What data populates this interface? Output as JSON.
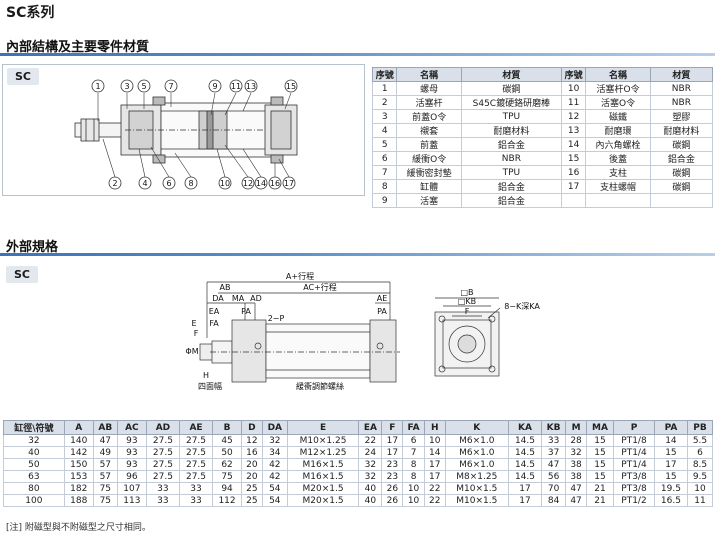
{
  "series_title": "SC系列",
  "section1": {
    "title": "內部結構及主要零件材質",
    "tag": "SC"
  },
  "section2": {
    "title": "外部規格",
    "tag": "SC"
  },
  "parts_diagram": {
    "callouts_top": [
      "1",
      "3",
      "5",
      "7",
      "9",
      "11",
      "13",
      "15"
    ],
    "callouts_bottom": [
      "2",
      "4",
      "6",
      "8",
      "10",
      "12",
      "14",
      "16",
      "17"
    ]
  },
  "parts_table": {
    "headers": [
      "序號",
      "名稱",
      "材質",
      "序號",
      "名稱",
      "材質"
    ],
    "rows": [
      [
        "1",
        "螺母",
        "碳鋼",
        "10",
        "活塞杆O令",
        "NBR"
      ],
      [
        "2",
        "活塞杆",
        "S45C鍍硬鉻研磨棒",
        "11",
        "活塞O令",
        "NBR"
      ],
      [
        "3",
        "前蓋O令",
        "TPU",
        "12",
        "磁鐵",
        "塑膠"
      ],
      [
        "4",
        "襯套",
        "耐磨材料",
        "13",
        "耐磨環",
        "耐磨材料"
      ],
      [
        "5",
        "前蓋",
        "鋁合金",
        "14",
        "內六角螺栓",
        "碳鋼"
      ],
      [
        "6",
        "緩衝O令",
        "NBR",
        "15",
        "後蓋",
        "鋁合金"
      ],
      [
        "7",
        "緩衝密封墊",
        "TPU",
        "16",
        "支柱",
        "碳鋼"
      ],
      [
        "8",
        "缸體",
        "鋁合金",
        "17",
        "支柱螺帽",
        "碳鋼"
      ],
      [
        "9",
        "活塞",
        "鋁合金",
        "",
        "",
        ""
      ]
    ]
  },
  "drawing_labels": {
    "a_stroke": "A+行程",
    "ac_stroke": "AC+行程",
    "ab": "AB",
    "da": "DA",
    "ma": "MA",
    "ad": "AD",
    "ae": "AE",
    "ea": "EA",
    "fa": "FA",
    "pa_left": "PA",
    "pa_right": "PA",
    "p_ports": "2−P",
    "e": "E",
    "f": "F",
    "phi_m": "ΦM",
    "h": "H",
    "four_flats": "四面幅",
    "cushion_screw": "緩衝調節螺絲",
    "b": "□B",
    "kb": "□KB",
    "f_side": "F",
    "k_depth": "8−K深KA"
  },
  "dims_table": {
    "headers": [
      "缸徑\\符號",
      "A",
      "AB",
      "AC",
      "AD",
      "AE",
      "B",
      "D",
      "DA",
      "E",
      "EA",
      "F",
      "FA",
      "H",
      "K",
      "KA",
      "KB",
      "M",
      "MA",
      "P",
      "PA",
      "PB"
    ],
    "rows": [
      [
        "32",
        "140",
        "47",
        "93",
        "27.5",
        "27.5",
        "45",
        "12",
        "32",
        "M10×1.25",
        "22",
        "17",
        "6",
        "10",
        "M6×1.0",
        "14.5",
        "33",
        "28",
        "15",
        "PT1/8",
        "14",
        "5.5"
      ],
      [
        "40",
        "142",
        "49",
        "93",
        "27.5",
        "27.5",
        "50",
        "16",
        "34",
        "M12×1.25",
        "24",
        "17",
        "7",
        "14",
        "M6×1.0",
        "14.5",
        "37",
        "32",
        "15",
        "PT1/4",
        "15",
        "6"
      ],
      [
        "50",
        "150",
        "57",
        "93",
        "27.5",
        "27.5",
        "62",
        "20",
        "42",
        "M16×1.5",
        "32",
        "23",
        "8",
        "17",
        "M6×1.0",
        "14.5",
        "47",
        "38",
        "15",
        "PT1/4",
        "17",
        "8.5"
      ],
      [
        "63",
        "153",
        "57",
        "96",
        "27.5",
        "27.5",
        "75",
        "20",
        "42",
        "M16×1.5",
        "32",
        "23",
        "8",
        "17",
        "M8×1.25",
        "14.5",
        "56",
        "38",
        "15",
        "PT3/8",
        "15",
        "9.5"
      ],
      [
        "80",
        "182",
        "75",
        "107",
        "33",
        "33",
        "94",
        "25",
        "54",
        "M20×1.5",
        "40",
        "26",
        "10",
        "22",
        "M10×1.5",
        "17",
        "70",
        "47",
        "21",
        "PT3/8",
        "19.5",
        "10"
      ],
      [
        "100",
        "188",
        "75",
        "113",
        "33",
        "33",
        "112",
        "25",
        "54",
        "M20×1.5",
        "40",
        "26",
        "10",
        "22",
        "M10×1.5",
        "17",
        "84",
        "47",
        "21",
        "PT1/2",
        "16.5",
        "11"
      ]
    ]
  },
  "note": "[注] 附磁型與不附磁型之尺寸相同。",
  "colors": {
    "accent": "#3a73b8",
    "header_bg": "#d9e0ea",
    "tag_bg": "#e3e8ef"
  }
}
